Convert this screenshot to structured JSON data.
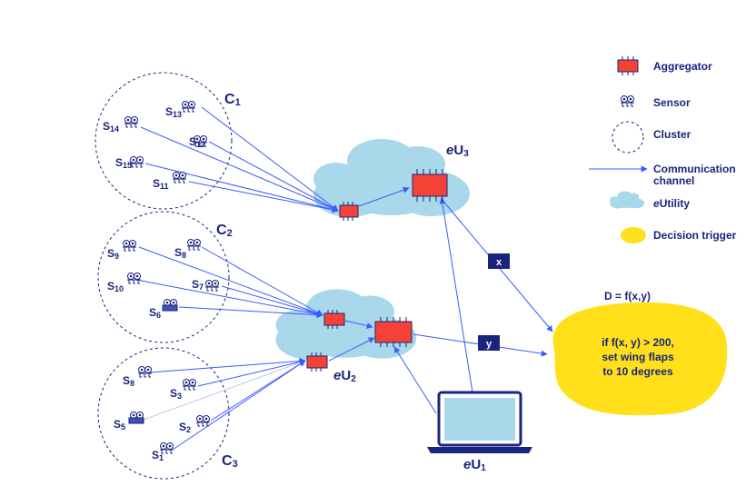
{
  "colors": {
    "navy": "#1a237e",
    "arrow": "#3d5afe",
    "aggregator": "#f44336",
    "cloud": "#a8d8ea",
    "trigger": "#ffe01a",
    "sensor_active": "#3f51b5"
  },
  "legend": {
    "aggregator": "Aggregator",
    "sensor": "Sensor",
    "cluster": "Cluster",
    "channel_line1": "Communication",
    "channel_line2": "channel",
    "eutility_prefix": "e",
    "eutility_suffix": "Utility",
    "trigger": "Decision trigger"
  },
  "clusters": [
    {
      "letter": "C",
      "sub": "1"
    },
    {
      "letter": "C",
      "sub": "2"
    },
    {
      "letter": "C",
      "sub": "3"
    }
  ],
  "sensors": [
    {
      "letter": "S",
      "sub": "13"
    },
    {
      "letter": "S",
      "sub": "14"
    },
    {
      "letter": "S",
      "sub": "12"
    },
    {
      "letter": "S",
      "sub": "15"
    },
    {
      "letter": "S",
      "sub": "11"
    },
    {
      "letter": "S",
      "sub": "9"
    },
    {
      "letter": "S",
      "sub": "8"
    },
    {
      "letter": "S",
      "sub": "10"
    },
    {
      "letter": "S",
      "sub": "7"
    },
    {
      "letter": "S",
      "sub": "6"
    },
    {
      "letter": "S",
      "sub": "8"
    },
    {
      "letter": "S",
      "sub": "3"
    },
    {
      "letter": "S",
      "sub": "5"
    },
    {
      "letter": "S",
      "sub": "2"
    },
    {
      "letter": "S",
      "sub": "1"
    }
  ],
  "utilities": {
    "eU3": {
      "prefix": "e",
      "letter": "U",
      "sub": "3"
    },
    "eU2": {
      "prefix": "e",
      "letter": "U",
      "sub": "2"
    },
    "eU1": {
      "prefix": "e",
      "letter": "U",
      "sub": "1"
    }
  },
  "channels": {
    "x": "x",
    "y": "y"
  },
  "decision": {
    "formula": "D = f(x,y)",
    "line1": "if f(x, y) > 200,",
    "line2": "set wing flaps",
    "line3": "to 10 degrees"
  }
}
